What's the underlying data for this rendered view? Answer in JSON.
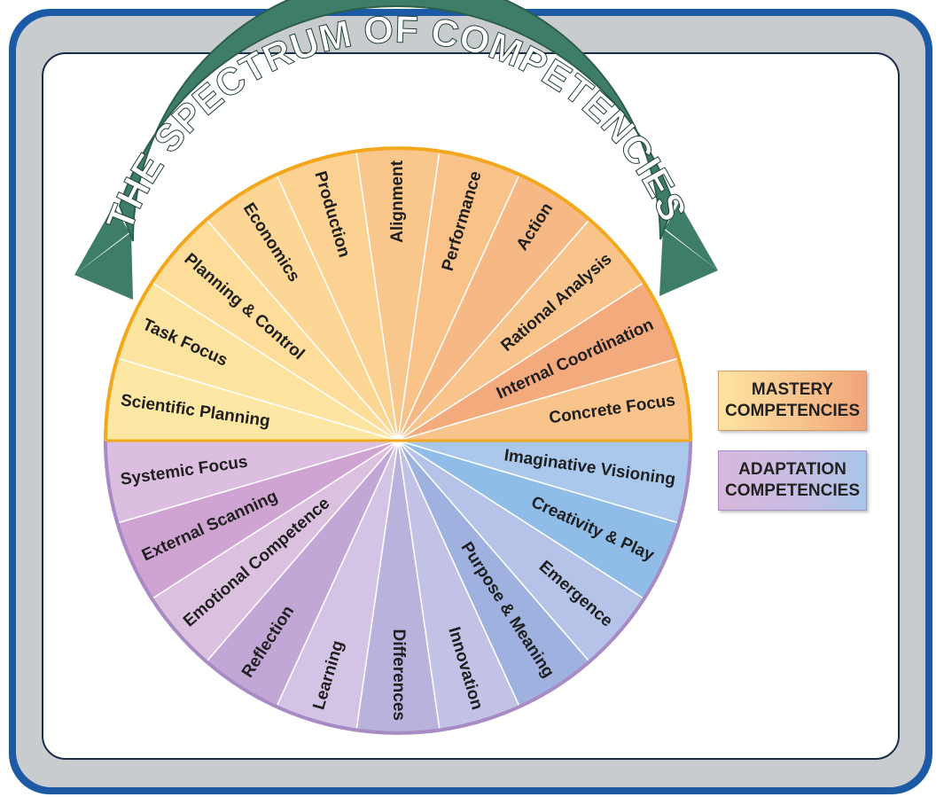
{
  "title": "THE SPECTRUM OF COMPETENCIES",
  "mastery_segments": [
    {
      "label": "Scientific Planning",
      "color": "#fde7a4"
    },
    {
      "label": "Task Focus",
      "color": "#fde3a0"
    },
    {
      "label": "Planning & Control",
      "color": "#fddd99"
    },
    {
      "label": "Economics",
      "color": "#fcd695"
    },
    {
      "label": "Production",
      "color": "#fcd292"
    },
    {
      "label": "Alignment",
      "color": "#f9c78c"
    },
    {
      "label": "Performance",
      "color": "#f8c289"
    },
    {
      "label": "Action",
      "color": "#f6b884"
    },
    {
      "label": "Rational Analysis",
      "color": "#f8c48b"
    },
    {
      "label": "Internal Coordination",
      "color": "#f3aa7d"
    },
    {
      "label": "Concrete Focus",
      "color": "#f8c48b"
    }
  ],
  "adaptation_segments": [
    {
      "label": "Imaginative Visioning",
      "color": "#a9c8ec"
    },
    {
      "label": "Creativity & Play",
      "color": "#8fbde8"
    },
    {
      "label": "Emergence",
      "color": "#b5c3e8"
    },
    {
      "label": "Purpose & Meaning",
      "color": "#9fb2df"
    },
    {
      "label": "Innovation",
      "color": "#c1c2e6"
    },
    {
      "label": "Differences",
      "color": "#b8b2dc"
    },
    {
      "label": "Learning",
      "color": "#d3c3e4"
    },
    {
      "label": "Reflection",
      "color": "#c2a6d6"
    },
    {
      "label": "Emotional Competence",
      "color": "#dcc0e0"
    },
    {
      "label": "External Scanning",
      "color": "#cfa4d2"
    },
    {
      "label": "Systemic Focus",
      "color": "#dcbfe0"
    }
  ],
  "legend": {
    "mastery_line1": "MASTERY",
    "mastery_line2": "COMPETENCIES",
    "adaptation_line1": "ADAPTATION",
    "adaptation_line2": "COMPETENCIES"
  },
  "colors": {
    "frame_outer": "#1d5aa6",
    "frame_gray": "#c9ccce",
    "banner": "#3f7e66",
    "banner_dark": "#2d5e4b",
    "mastery_rim": "#f2a71c",
    "adaptation_rim": "#a88ac4"
  }
}
